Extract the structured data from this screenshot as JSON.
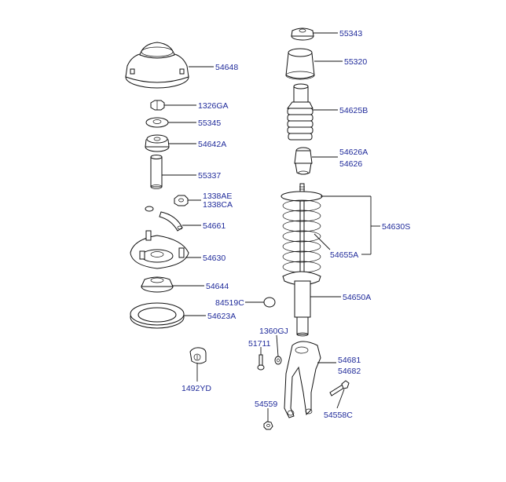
{
  "labels": {
    "p54648": "54648",
    "p1326GA": "1326GA",
    "p55345": "55345",
    "p54642A": "54642A",
    "p55337": "55337",
    "p1338AE": "1338AE",
    "p1338CA": "1338CA",
    "p54661": "54661",
    "p54630": "54630",
    "p54644": "54644",
    "p54623A": "54623A",
    "p1492YD": "1492YD",
    "p55343": "55343",
    "p55320": "55320",
    "p54625B": "54625B",
    "p54626A": "54626A",
    "p54626": "54626",
    "p54630S": "54630S",
    "p54655A": "54655A",
    "p84519C": "84519C",
    "p54650A": "54650A",
    "p1360GJ": "1360GJ",
    "p51711": "51711",
    "p54681": "54681",
    "p54682": "54682",
    "p54559": "54559",
    "p54558C": "54558C"
  }
}
